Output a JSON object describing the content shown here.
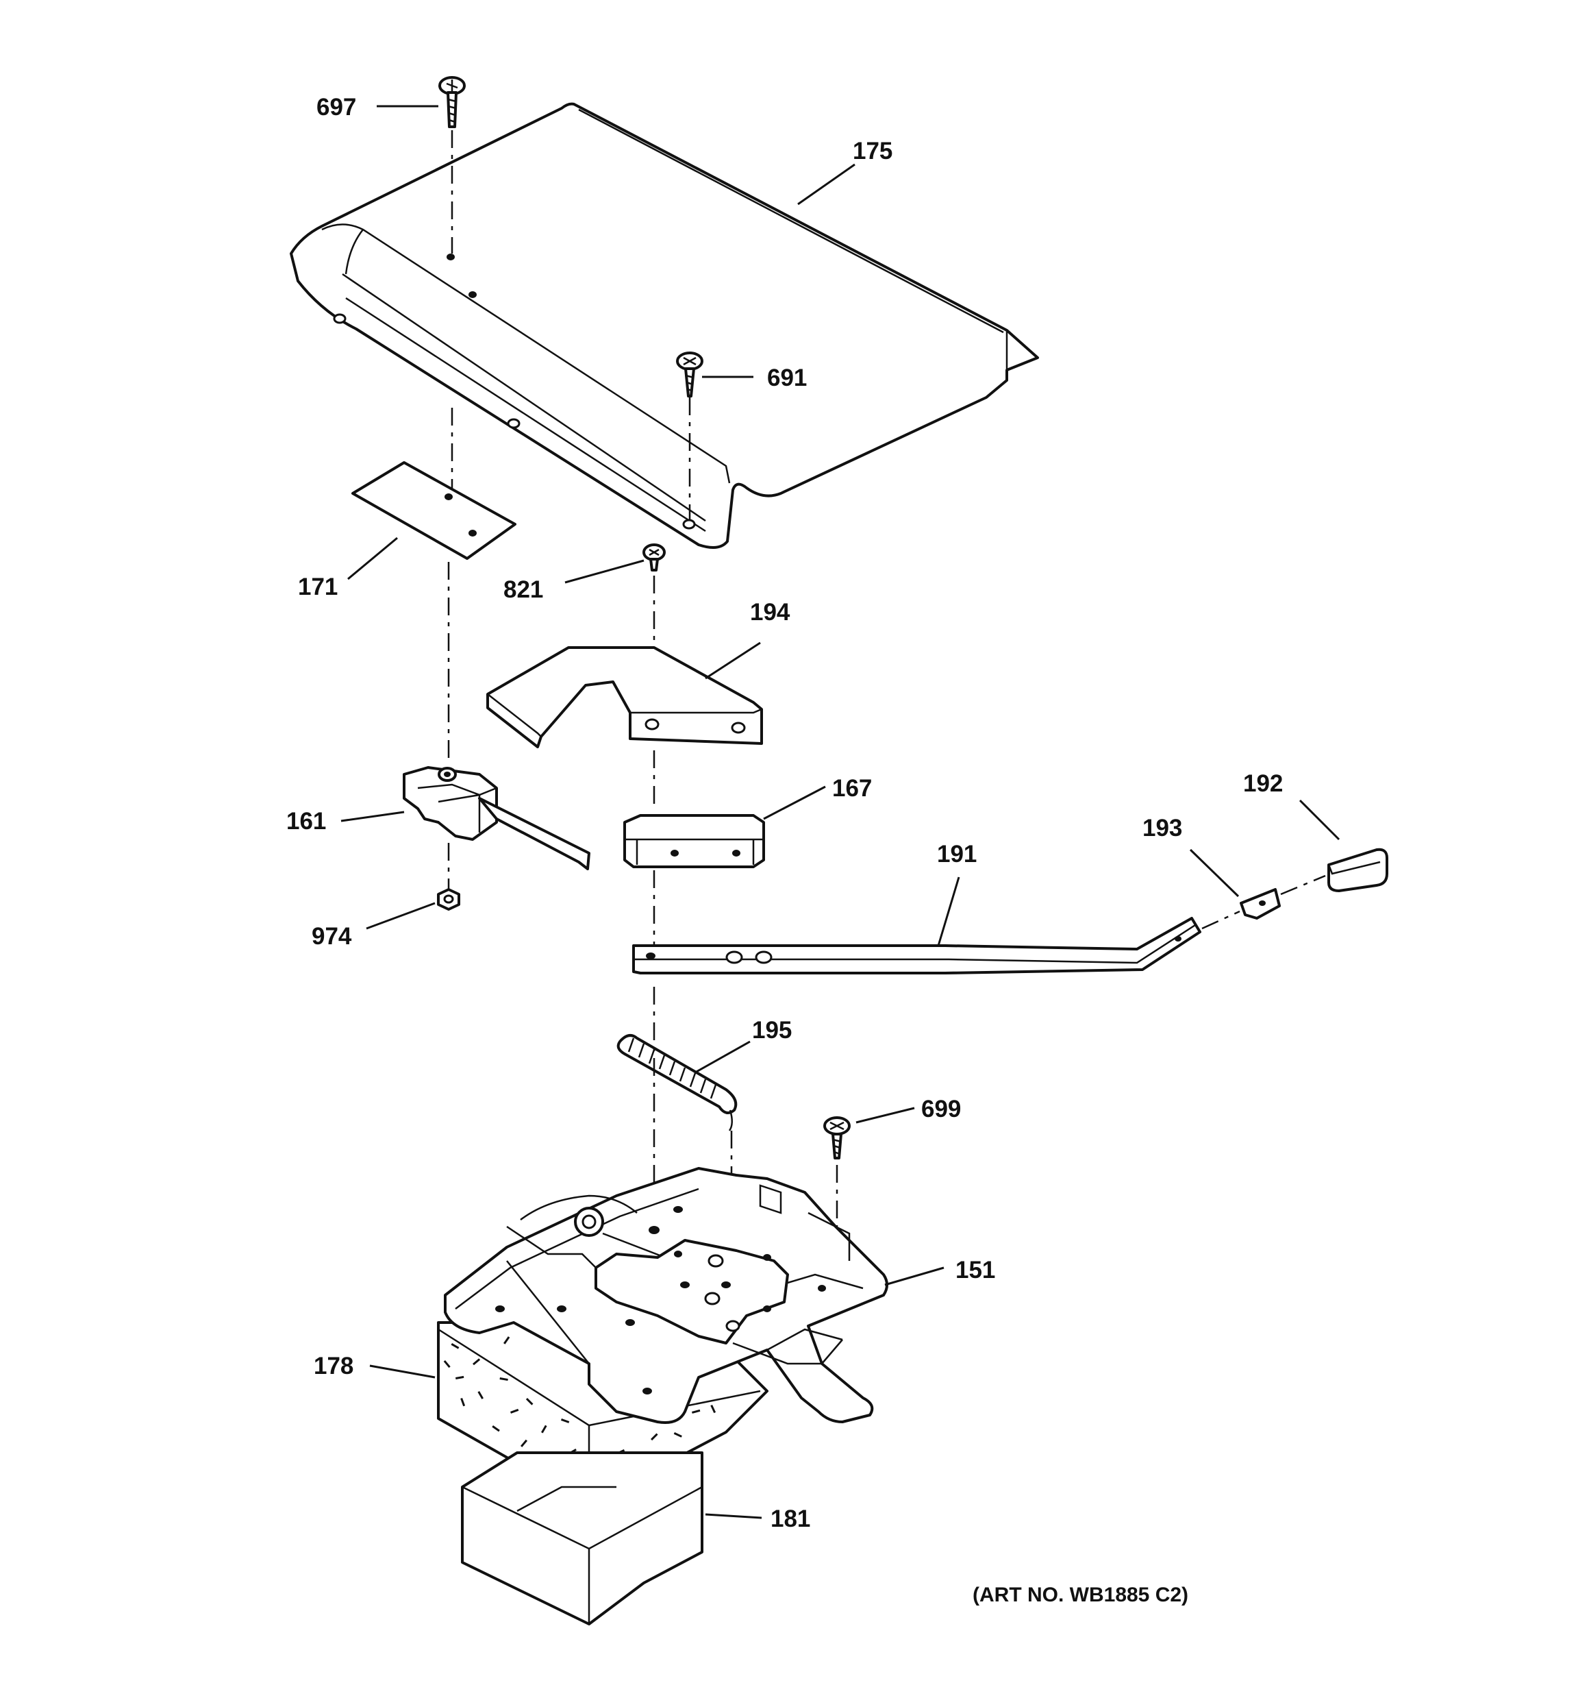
{
  "callouts": {
    "c697": "697",
    "c175": "175",
    "c691": "691",
    "c171": "171",
    "c821": "821",
    "c194": "194",
    "c161": "161",
    "c167": "167",
    "c192": "192",
    "c193": "193",
    "c191": "191",
    "c974": "974",
    "c195": "195",
    "c699": "699",
    "c151": "151",
    "c178": "178",
    "c181": "181"
  },
  "art_number": "(ART NO. WB1885 C2)"
}
